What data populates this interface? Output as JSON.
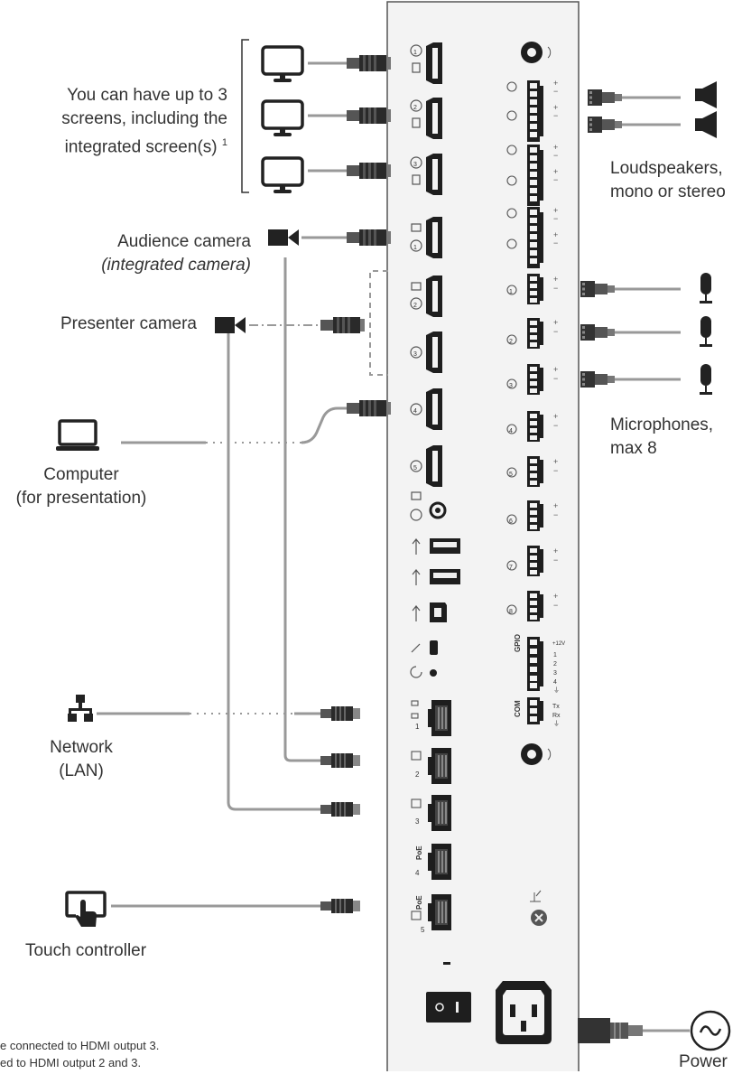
{
  "labels": {
    "screens": "You can have up to 3 screens, including the integrated screen(s)",
    "screens_sup": "1",
    "audience_camera": "Audience camera",
    "audience_camera_sub": "(integrated camera)",
    "presenter_camera": "Presenter camera",
    "computer": "Computer",
    "computer_sub": "(for presentation)",
    "network": "Network",
    "network_sub": "(LAN)",
    "touch_controller": "Touch controller",
    "loudspeakers": "Loudspeakers,",
    "loudspeakers_sub": "mono or stereo",
    "microphones": "Microphones,",
    "microphones_sub": "max 8",
    "power": "Power"
  },
  "footnotes": [
    "e connected to HDMI output 3.",
    "ed to HDMI output 2 and 3."
  ],
  "panel": {
    "gpio": "GPIO",
    "com": "COM",
    "poe": "PoE",
    "lan_ports": [
      "1",
      "2",
      "3",
      "4",
      "5"
    ],
    "hdmi_out": [
      "1",
      "2",
      "3"
    ],
    "hdmi_in": [
      "1",
      "2",
      "3",
      "4",
      "5"
    ],
    "mic_inputs": [
      "1",
      "2",
      "3",
      "4",
      "5",
      "6",
      "7",
      "8"
    ],
    "gpio_pins": [
      "+12V",
      "1",
      "2",
      "3",
      "4",
      "⏚"
    ],
    "com_pins": [
      "Tx",
      "Rx",
      "⏚"
    ]
  },
  "colors": {
    "panel_bg": "#f3f3f3",
    "panel_border": "#555555",
    "port_dark": "#1e1e1e",
    "cable": "#999999",
    "text": "#333333"
  }
}
